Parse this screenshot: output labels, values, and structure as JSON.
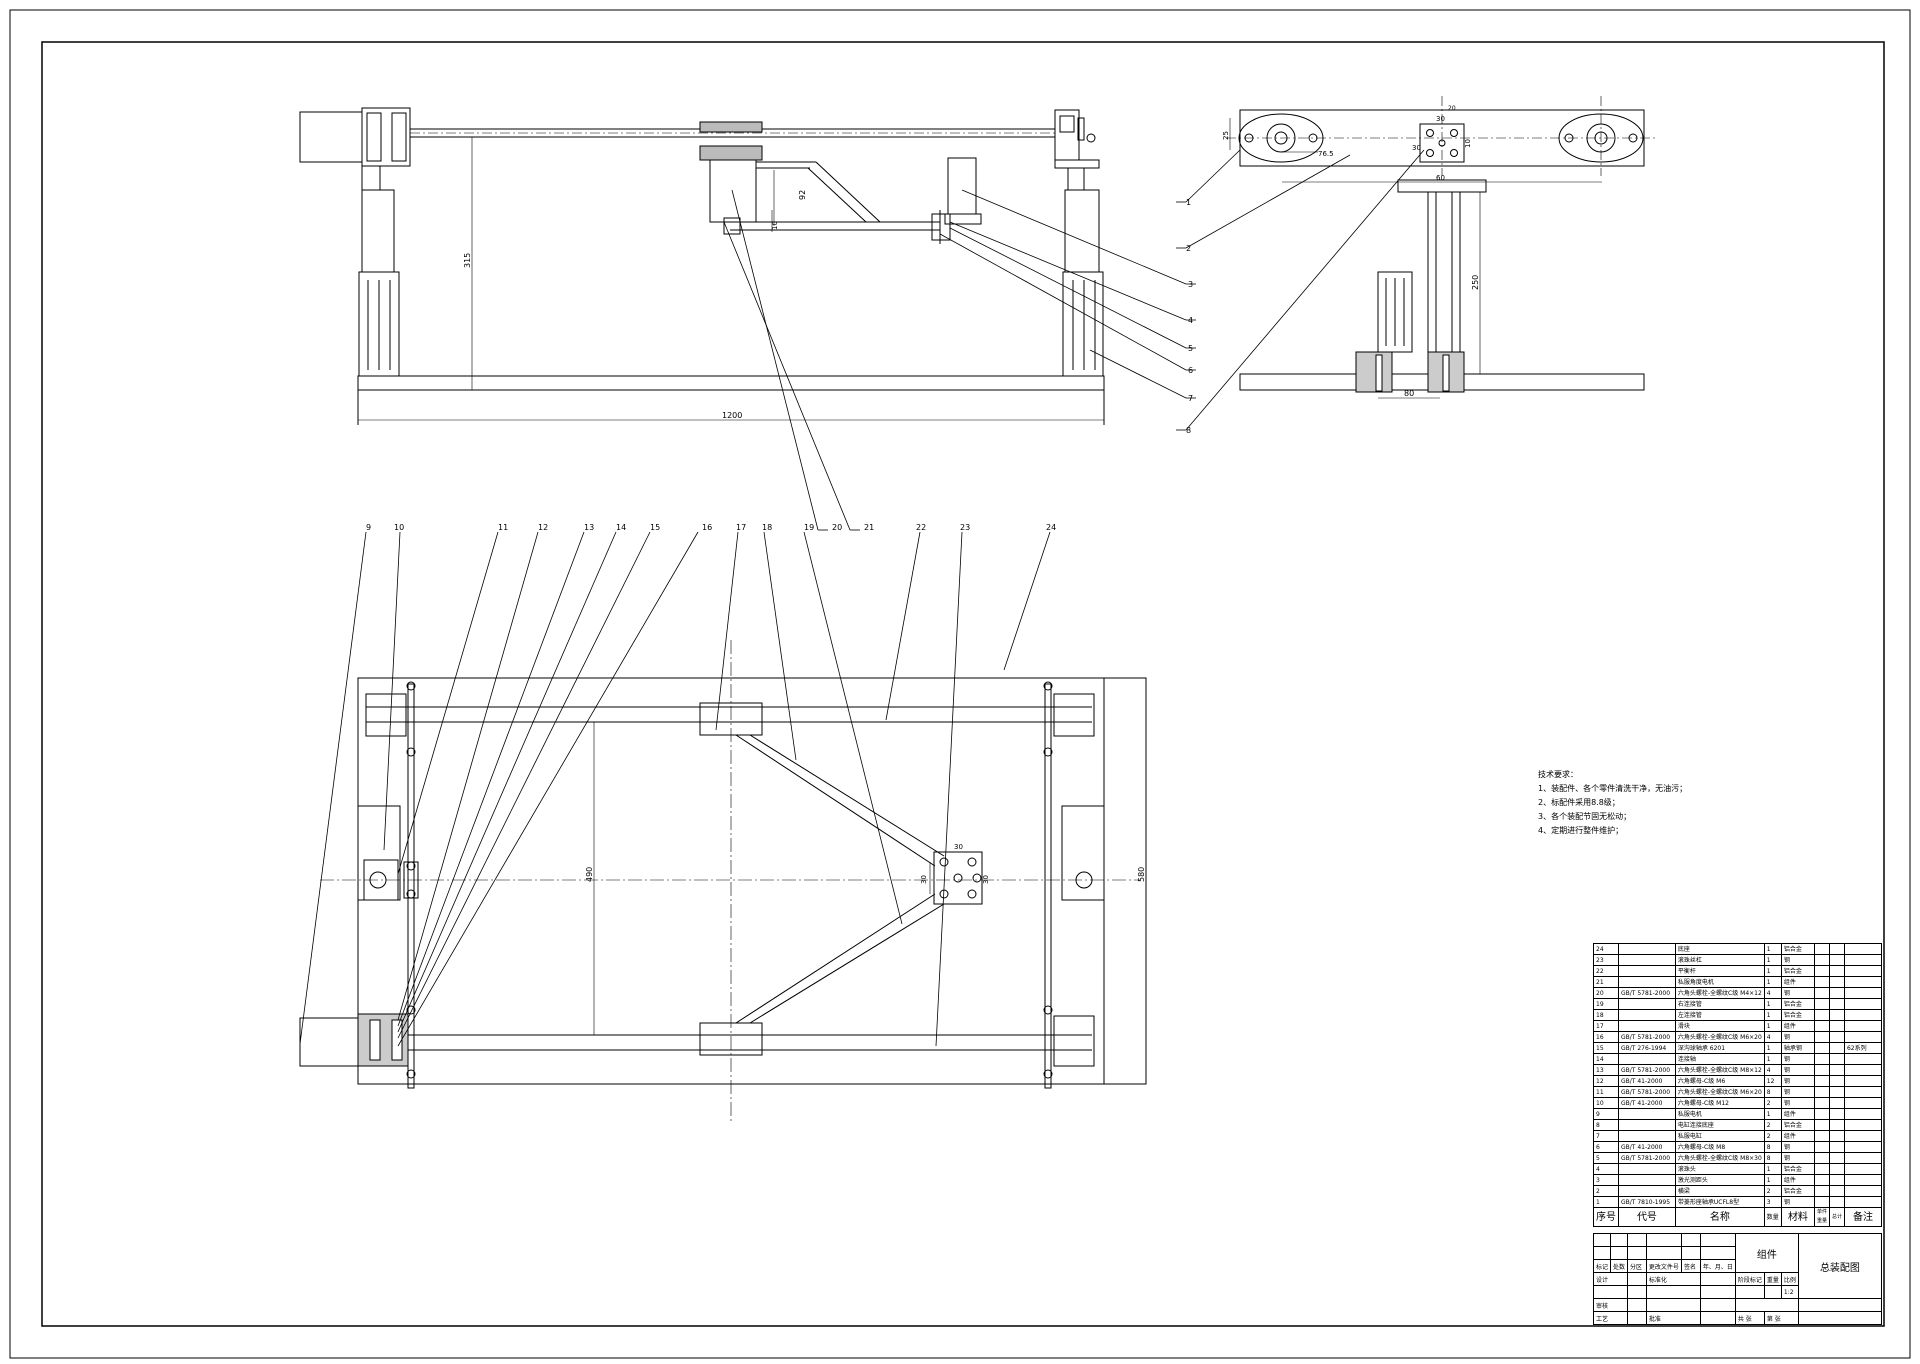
{
  "callouts": [
    "1",
    "2",
    "3",
    "4",
    "5",
    "6",
    "7",
    "8",
    "9",
    "10",
    "11",
    "12",
    "13",
    "14",
    "15",
    "16",
    "17",
    "18",
    "19",
    "20",
    "21",
    "22",
    "23",
    "24"
  ],
  "dimensions": {
    "front_height": "315",
    "front_width": "1200",
    "front_small_1": "92",
    "front_small_2": "10",
    "side_top_a": "30",
    "side_top_b": "10",
    "side_top_c": "76.5",
    "side_top_d": "30",
    "side_top_e": "20",
    "side_center": "60",
    "side_height": "250",
    "side_bottom": "80",
    "side_left": "25",
    "top_height": "490",
    "top_width": "580",
    "top_plate_w": "30",
    "top_plate_h1": "30",
    "top_plate_h2": "30"
  },
  "technical_requirements": {
    "title": "技术要求：",
    "items": [
      "1、装配件、各个零件清洗干净，无油污；",
      "2、标配件采用8.8级；",
      "3、各个装配节固无松动；",
      "4、定期进行整件维护；"
    ]
  },
  "bom": {
    "headers": {
      "no": "序号",
      "code": "代号",
      "name": "名称",
      "qty": "数量",
      "material": "材料",
      "unit": "单件",
      "total": "总计",
      "weight": "重量",
      "remark": "备注"
    },
    "rows": [
      {
        "no": "24",
        "code": "",
        "name": "底座",
        "qty": "1",
        "material": "铝合金",
        "remark": ""
      },
      {
        "no": "23",
        "code": "",
        "name": "滚珠丝杠",
        "qty": "1",
        "material": "钢",
        "remark": ""
      },
      {
        "no": "22",
        "code": "",
        "name": "平衡杆",
        "qty": "1",
        "material": "铝合金",
        "remark": ""
      },
      {
        "no": "21",
        "code": "",
        "name": "私服角度电机",
        "qty": "1",
        "material": "组件",
        "remark": ""
      },
      {
        "no": "20",
        "code": "GB/T 5781-2000",
        "name": "六角头螺栓-全螺纹C级 M4×12",
        "qty": "4",
        "material": "钢",
        "remark": ""
      },
      {
        "no": "19",
        "code": "",
        "name": "右连接管",
        "qty": "1",
        "material": "铝合金",
        "remark": ""
      },
      {
        "no": "18",
        "code": "",
        "name": "左连接管",
        "qty": "1",
        "material": "铝合金",
        "remark": ""
      },
      {
        "no": "17",
        "code": "",
        "name": "滑块",
        "qty": "1",
        "material": "组件",
        "remark": ""
      },
      {
        "no": "16",
        "code": "GB/T 5781-2000",
        "name": "六角头螺栓-全螺纹C级 M6×20",
        "qty": "4",
        "material": "钢",
        "remark": ""
      },
      {
        "no": "15",
        "code": "GB/T 276-1994",
        "name": "深沟球轴承 6201",
        "qty": "1",
        "material": "轴承钢",
        "remark": "62系列"
      },
      {
        "no": "14",
        "code": "",
        "name": "连接轴",
        "qty": "1",
        "material": "钢",
        "remark": ""
      },
      {
        "no": "13",
        "code": "GB/T 5781-2000",
        "name": "六角头螺栓-全螺纹C级 M8×12",
        "qty": "4",
        "material": "钢",
        "remark": ""
      },
      {
        "no": "12",
        "code": "GB/T 41-2000",
        "name": "六角螺母-C级 M6",
        "qty": "12",
        "material": "钢",
        "remark": ""
      },
      {
        "no": "11",
        "code": "GB/T 5781-2000",
        "name": "六角头螺栓-全螺纹C级 M6×20",
        "qty": "8",
        "material": "钢",
        "remark": ""
      },
      {
        "no": "10",
        "code": "GB/T 41-2000",
        "name": "六角螺母-C级 M12",
        "qty": "2",
        "material": "钢",
        "remark": ""
      },
      {
        "no": "9",
        "code": "",
        "name": "私服电机",
        "qty": "1",
        "material": "组件",
        "remark": ""
      },
      {
        "no": "8",
        "code": "",
        "name": "电缸连接底座",
        "qty": "2",
        "material": "铝合金",
        "remark": ""
      },
      {
        "no": "7",
        "code": "",
        "name": "私服电缸",
        "qty": "2",
        "material": "组件",
        "remark": ""
      },
      {
        "no": "6",
        "code": "GB/T 41-2000",
        "name": "六角螺母-C级 M8",
        "qty": "8",
        "material": "钢",
        "remark": ""
      },
      {
        "no": "5",
        "code": "GB/T 5781-2000",
        "name": "六角头螺栓-全螺纹C级 M8×30",
        "qty": "8",
        "material": "钢",
        "remark": ""
      },
      {
        "no": "4",
        "code": "",
        "name": "滚珠头",
        "qty": "1",
        "material": "铝合金",
        "remark": ""
      },
      {
        "no": "3",
        "code": "",
        "name": "激光测距头",
        "qty": "1",
        "material": "组件",
        "remark": ""
      },
      {
        "no": "2",
        "code": "",
        "name": "横梁",
        "qty": "2",
        "material": "铝合金",
        "remark": ""
      },
      {
        "no": "1",
        "code": "GB/T 7810-1995",
        "name": "带菱形座轴承UCFL8型",
        "qty": "3",
        "material": "钢",
        "remark": ""
      }
    ]
  },
  "title_block": {
    "part_label": "组件",
    "drawing_title": "总装配图",
    "row_a": [
      "标记",
      "处数",
      "分区",
      "更改文件号",
      "签名",
      "年、月、日"
    ],
    "design": "设计",
    "standard": "标准化",
    "review": "审核",
    "process": "工艺",
    "approve": "批准",
    "stage_mark": "阶段标记",
    "weight": "重量",
    "scale": "比例",
    "scale_value": "1:2",
    "sheets": "共",
    "sheet_of": "张",
    "sheet_no": "第",
    "sheet_no2": "张"
  }
}
